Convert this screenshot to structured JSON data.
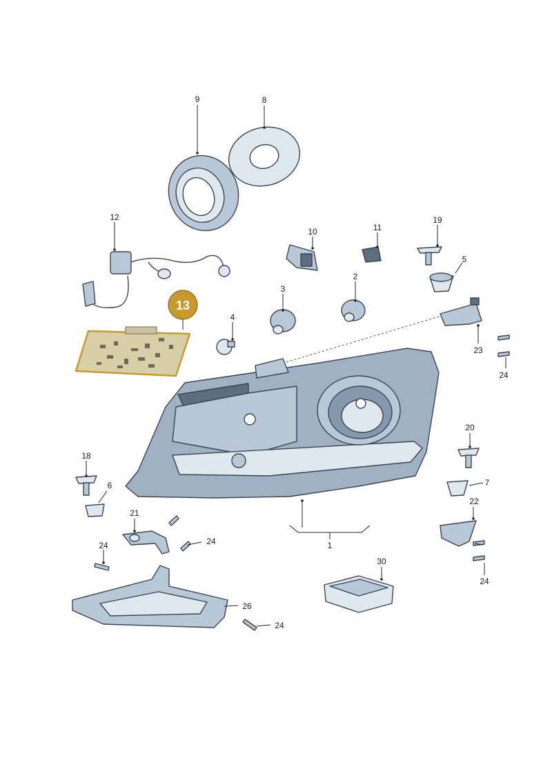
{
  "diagram": {
    "highlighted_part": "13",
    "highlight_color": "#c79a2e",
    "part_fill": "#9fb1c3",
    "line_color": "#3a4450",
    "callouts": {
      "c1": "1",
      "c2": "2",
      "c3": "3",
      "c4": "4",
      "c5": "5",
      "c6": "6",
      "c7": "7",
      "c8": "8",
      "c9": "9",
      "c10": "10",
      "c11": "11",
      "c12": "12",
      "c13": "13",
      "c18": "18",
      "c19": "19",
      "c20": "20",
      "c21": "21",
      "c22": "22",
      "c23": "23",
      "c24a": "24",
      "c24b": "24",
      "c24c": "24",
      "c24d": "24",
      "c24e": "24",
      "c26": "26",
      "c30": "30"
    }
  }
}
